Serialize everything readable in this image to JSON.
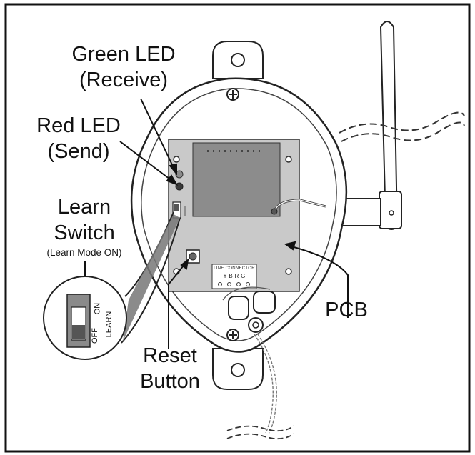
{
  "labels": {
    "green_led_line1": "Green LED",
    "green_led_line2": "(Receive)",
    "red_led_line1": "Red LED",
    "red_led_line2": "(Send)",
    "learn_switch_line1": "Learn",
    "learn_switch_line2": "Switch",
    "learn_switch_note": "(Learn Mode ON)",
    "pcb": "PCB",
    "reset_line1": "Reset",
    "reset_line2": "Button"
  },
  "inset": {
    "on": "ON",
    "off": "OFF",
    "learn": "LEARN"
  },
  "board": {
    "connector_line1": "LINE CONNECTOR",
    "connector_line2": "Y B R G"
  },
  "colors": {
    "frame": "#111111",
    "board": "#c9c9c9",
    "board_window": "#8c8c8c",
    "switch_gray": "#7a7a7a"
  }
}
